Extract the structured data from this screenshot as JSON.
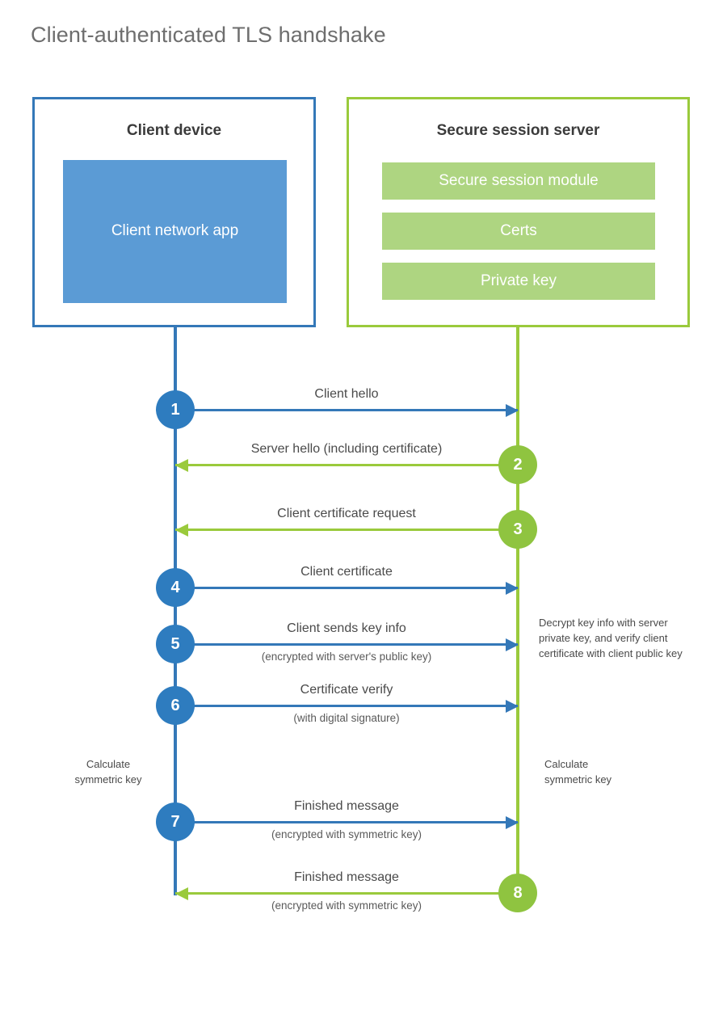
{
  "title": "Client-authenticated TLS handshake",
  "colors": {
    "client_border": "#3478B8",
    "server_border": "#9ACA3C",
    "client_app_fill": "#5B9BD5",
    "server_block_fill": "#AED581",
    "client_circle": "#2E7CBF",
    "server_circle": "#8FC440",
    "title_text": "#6E6E6E",
    "body_text": "#4A4A4A",
    "background": "#FFFFFF"
  },
  "actors": {
    "client": {
      "title": "Client device",
      "blocks": [
        {
          "label": "Client network app"
        }
      ]
    },
    "server": {
      "title": "Secure session server",
      "blocks": [
        {
          "label": "Secure session module"
        },
        {
          "label": "Certs"
        },
        {
          "label": "Private key"
        }
      ]
    }
  },
  "messages": [
    {
      "step": "1",
      "label": "Client hello",
      "sublabel": "",
      "direction": "client-to-server",
      "origin": "client"
    },
    {
      "step": "2",
      "label": "Server hello (including certificate)",
      "sublabel": "",
      "direction": "server-to-client",
      "origin": "server"
    },
    {
      "step": "3",
      "label": "Client certificate request",
      "sublabel": "",
      "direction": "server-to-client",
      "origin": "server"
    },
    {
      "step": "4",
      "label": "Client certificate",
      "sublabel": "",
      "direction": "client-to-server",
      "origin": "client"
    },
    {
      "step": "5",
      "label": "Client sends key info",
      "sublabel": "(encrypted with server's public key)",
      "direction": "client-to-server",
      "origin": "client"
    },
    {
      "step": "6",
      "label": "Certificate verify",
      "sublabel": "(with digital signature)",
      "direction": "client-to-server",
      "origin": "client"
    },
    {
      "step": "7",
      "label": "Finished message",
      "sublabel": "(encrypted with symmetric key)",
      "direction": "client-to-server",
      "origin": "client"
    },
    {
      "step": "8",
      "label": "Finished message",
      "sublabel": "(encrypted with symmetric key)",
      "direction": "server-to-client",
      "origin": "server"
    }
  ],
  "annotations": {
    "server_decrypt": "Decrypt key info with server private key, and verify client certificate with client public key",
    "client_calculate": "Calculate\nsymmetric key",
    "server_calculate": "Calculate\nsymmetric key"
  }
}
